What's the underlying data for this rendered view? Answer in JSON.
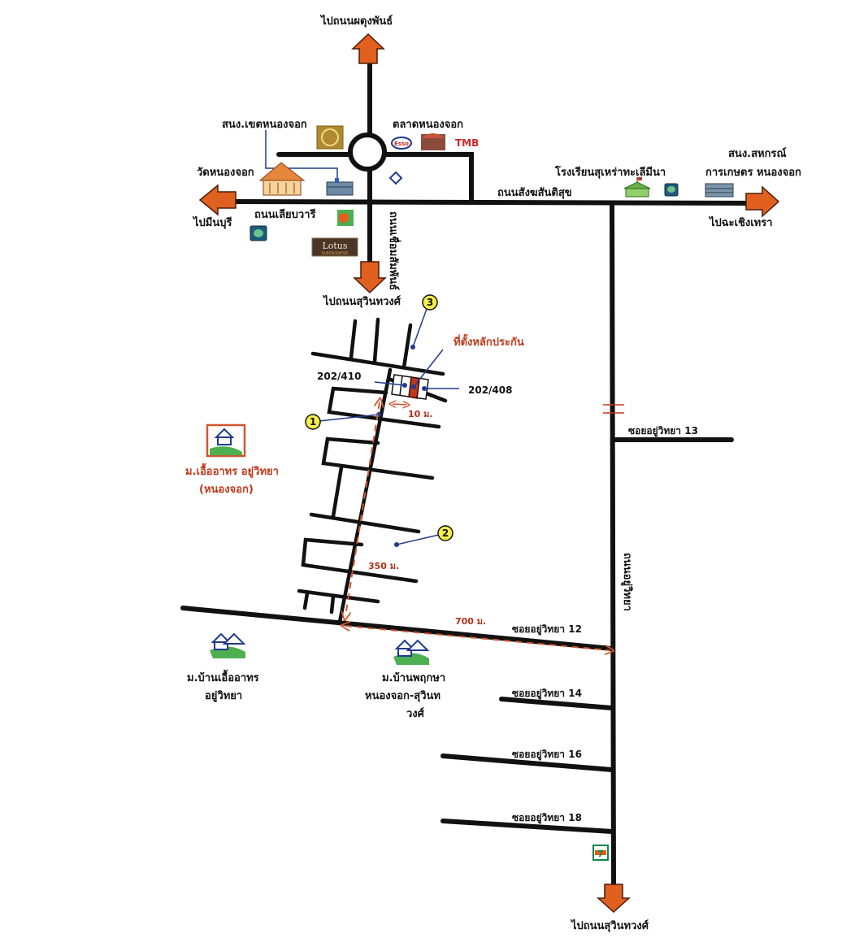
{
  "colors": {
    "road": "#111111",
    "arrow": "#e0601f",
    "highlight": "#c0391b",
    "leader": "#1f3b8f",
    "marker": "#f4ef4a",
    "distance": "#b3321a"
  },
  "directions": {
    "north": "ไปถนนผดุงพันธ์",
    "west": "ไปมีนบุรี",
    "east": "ไปฉะเชิงเทรา",
    "south_center": "ไปถนนสุวินทวงศ์",
    "south_right": "ไปถนนสุวินทวงศ์"
  },
  "roads": {
    "horizontal_main": "ถนนสังฆสันติสุข",
    "left_road": "ถนนเลียบวารี",
    "center_vertical": "ถนนเชื่อมสัมพันธ์",
    "right_vertical": "ถนนอยู่วิทยา",
    "soi_12": "ซอยอยู่วิทยา 12",
    "soi_13": "ซอยอยู่วิทยา 13",
    "soi_14": "ซอยอยู่วิทยา 14",
    "soi_16": "ซอยอยู่วิทยา 16",
    "soi_18": "ซอยอยู่วิทยา 18"
  },
  "landmarks": {
    "district_office": "สนง.เขตหนองจอก",
    "market": "ตลาดหนองจอก",
    "temple": "วัดหนองจอก",
    "school": "โรงเรียนสุเหร่าทะเลีมีนา",
    "coop_line1": "สนง.สหกรณ์",
    "coop_line2": "การเกษตร หนองจอก",
    "village_1_line1": "ม.เอื้ออาทร อยู่วิทยา",
    "village_1_line2": "(หนองจอก)",
    "village_2_line1": "ม.บ้านเอื้ออาทร",
    "village_2_line2": "อยู่วิทยา",
    "village_3_line1": "ม.บ้านพฤกษา",
    "village_3_line2": "หนองจอก-สุวินท",
    "village_3_line3": "วงศ์"
  },
  "logos": {
    "esso": "Esso",
    "tmb": "TMB",
    "lotus": "Lotus",
    "lotus_sub": "SUPERCENTER",
    "seven": "7"
  },
  "property": {
    "title": "ที่ตั้งหลักประกัน",
    "left_address": "202/410",
    "right_address": "202/408"
  },
  "markers": [
    "1",
    "2",
    "3"
  ],
  "distances": {
    "d10": "10 ม.",
    "d350": "350 ม.",
    "d700": "700 ม."
  }
}
